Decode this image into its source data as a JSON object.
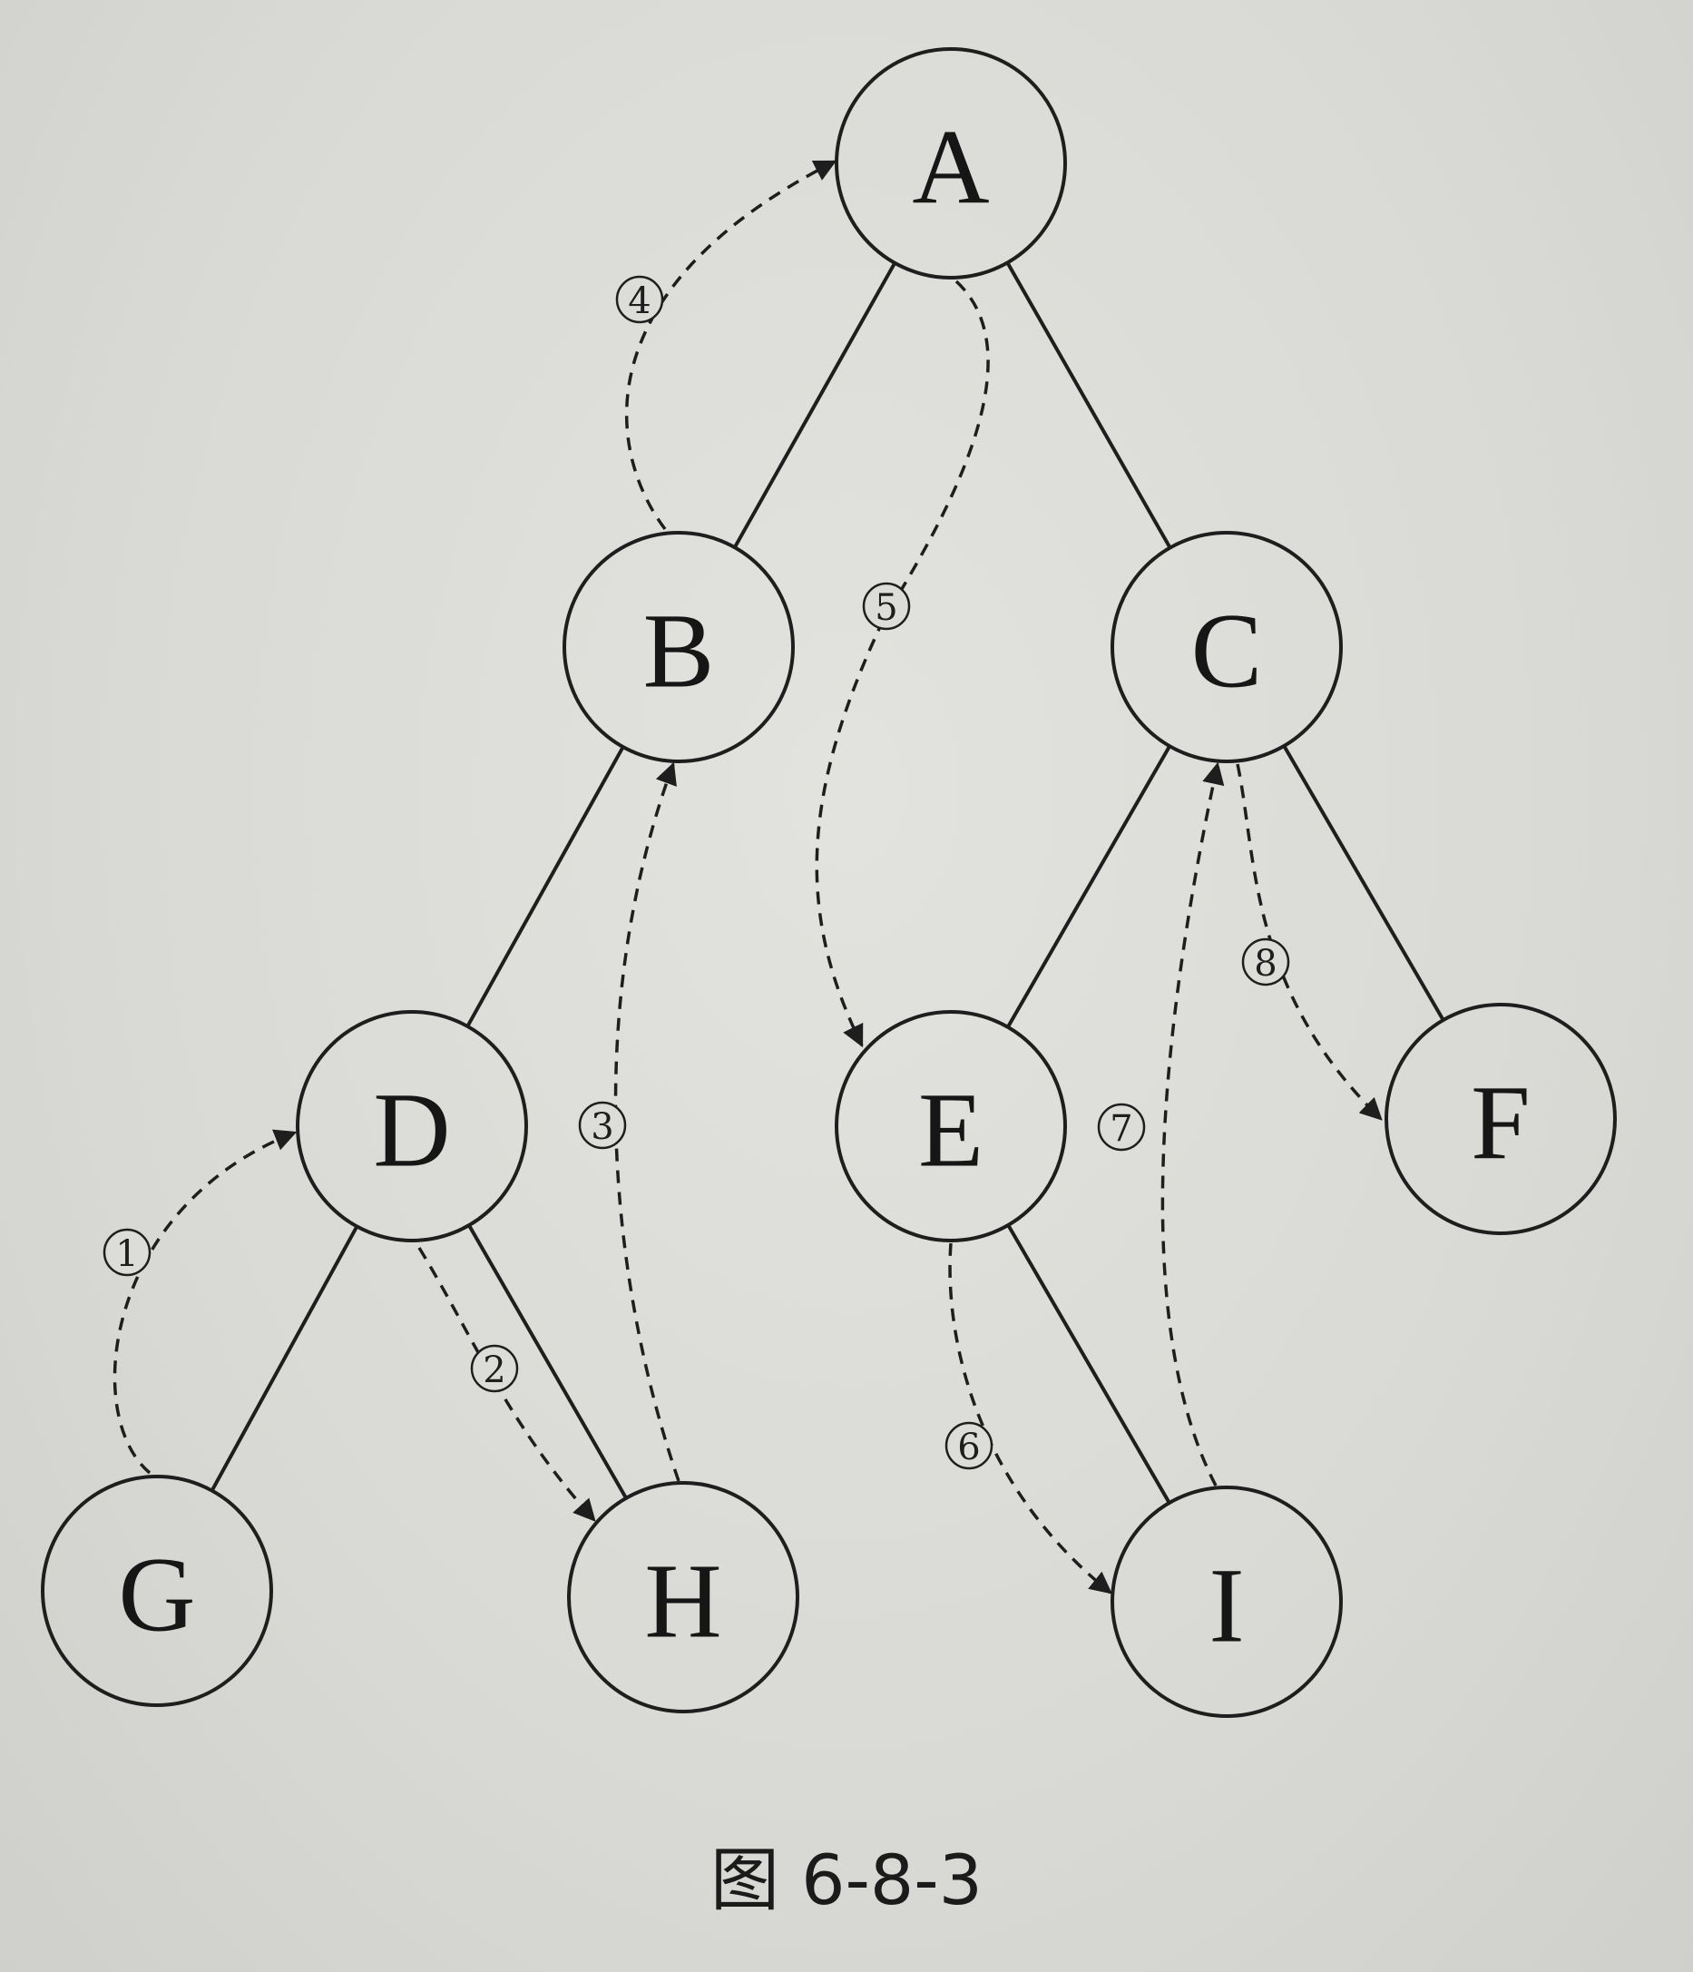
{
  "nodes": [
    {
      "id": "A",
      "label": "A"
    },
    {
      "id": "B",
      "label": "B"
    },
    {
      "id": "C",
      "label": "C"
    },
    {
      "id": "D",
      "label": "D"
    },
    {
      "id": "E",
      "label": "E"
    },
    {
      "id": "F",
      "label": "F"
    },
    {
      "id": "G",
      "label": "G"
    },
    {
      "id": "H",
      "label": "H"
    },
    {
      "id": "I",
      "label": "I"
    }
  ],
  "edges": [
    {
      "from": "A",
      "to": "B"
    },
    {
      "from": "A",
      "to": "C"
    },
    {
      "from": "B",
      "to": "D"
    },
    {
      "from": "C",
      "to": "E"
    },
    {
      "from": "C",
      "to": "F"
    },
    {
      "from": "D",
      "to": "G"
    },
    {
      "from": "D",
      "to": "H"
    },
    {
      "from": "E",
      "to": "I"
    }
  ],
  "threads": [
    {
      "step": "①",
      "from": "G",
      "to": "D"
    },
    {
      "step": "②",
      "from": "D",
      "to": "H"
    },
    {
      "step": "③",
      "from": "H",
      "to": "B"
    },
    {
      "step": "④",
      "from": "B",
      "to": "A"
    },
    {
      "step": "⑤",
      "from": "A",
      "to": "E"
    },
    {
      "step": "⑥",
      "from": "E",
      "to": "I"
    },
    {
      "step": "⑦",
      "from": "I",
      "to": "C"
    },
    {
      "step": "⑧",
      "from": "C",
      "to": "F"
    }
  ],
  "caption": "图 6-8-3"
}
